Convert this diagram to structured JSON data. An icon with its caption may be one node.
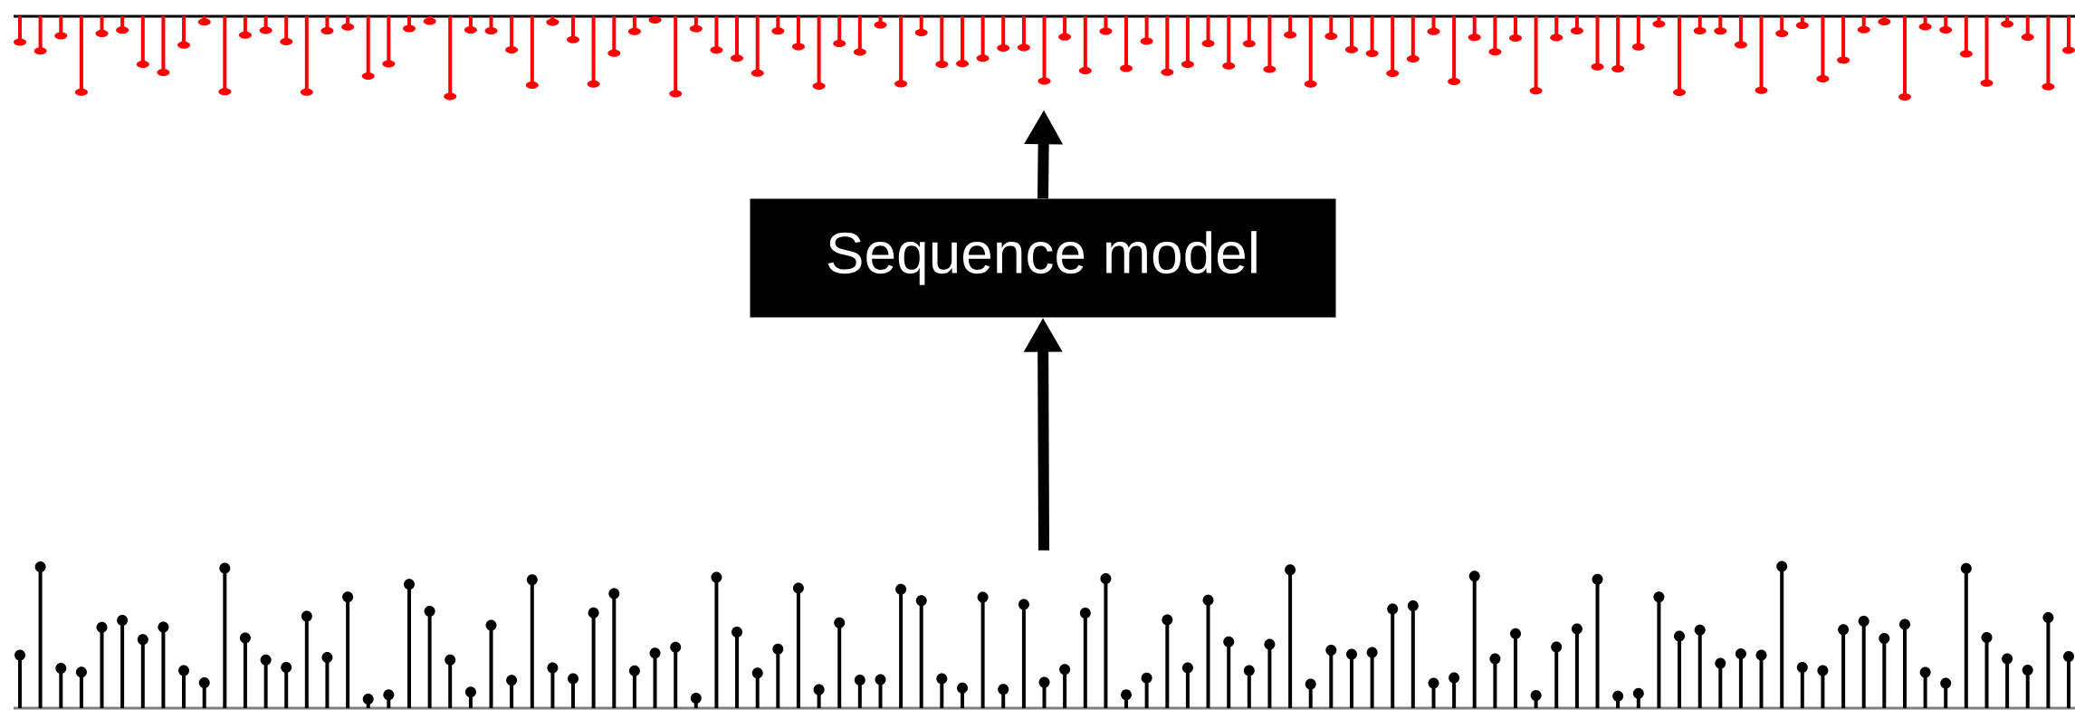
{
  "diagram": {
    "nodes": [
      {
        "text": [],
        "shape": "picture"
      },
      {
        "text": [
          "Sequence model"
        ]
      },
      {
        "text": [],
        "shape": "picture"
      }
    ],
    "edges": [
      {
        "from": 2,
        "to": 1,
        "arrow": "to"
      },
      {
        "from": 1,
        "to": 0,
        "arrow": "to"
      }
    ]
  }
}
